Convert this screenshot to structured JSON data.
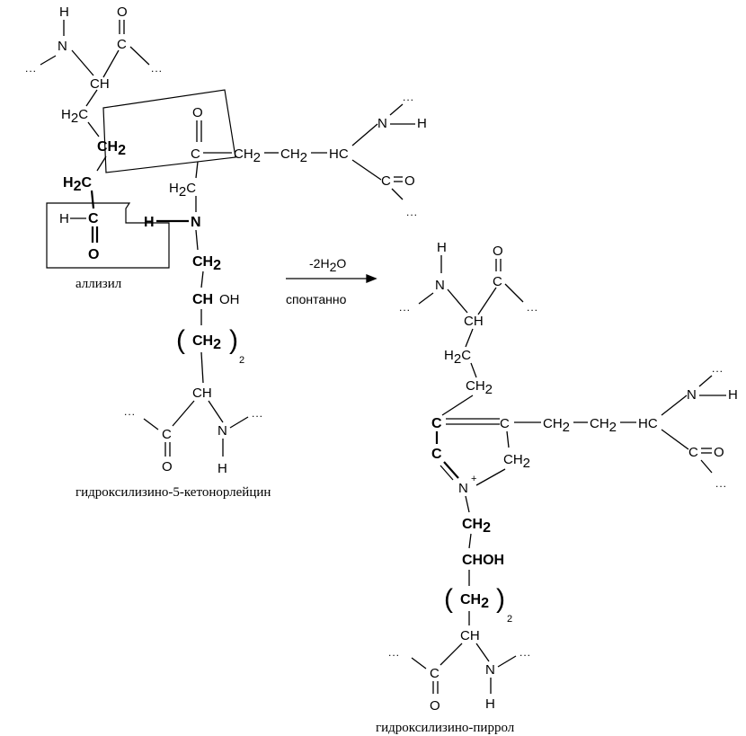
{
  "labels": {
    "allysine": "аллизил",
    "left_compound": "гидроксилизино-5-кетонорлейцин",
    "right_compound": "гидроксилизино-пиррол",
    "arrow_top": "-2H",
    "arrow_top_sub": "2",
    "arrow_top_tail": "O",
    "arrow_bottom": "спонтанно"
  },
  "atoms": {
    "H": "H",
    "N": "N",
    "C": "C",
    "O": "O",
    "CH": "CH",
    "HC": "HC",
    "H2": "H",
    "CH2": "CH",
    "sub2": "2",
    "OH": "OH",
    "CHOH": "CHOH",
    "plus": "+",
    "dots": "...",
    "lparen": "(",
    "rparen": ")"
  }
}
